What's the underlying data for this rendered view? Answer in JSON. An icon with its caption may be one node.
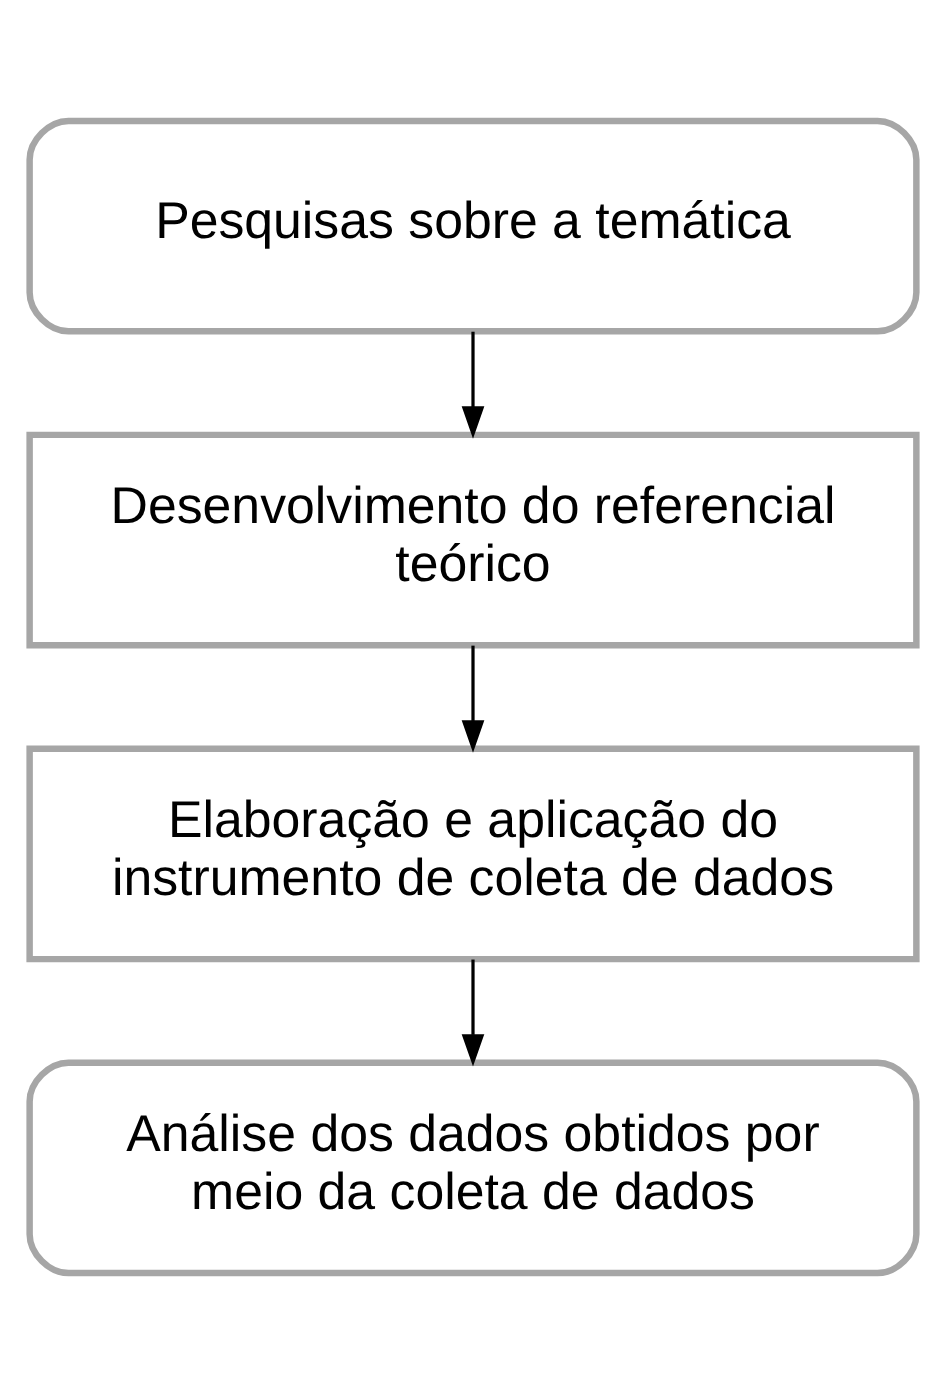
{
  "diagram": {
    "nodes": [
      {
        "text": [
          "Pesquisas sobre a temática"
        ]
      },
      {
        "text": [
          "Desenvolvimento do referencial teórico"
        ]
      },
      {
        "text": [
          "Elaboração e aplicação do instrumento de coleta de dados"
        ]
      },
      {
        "text": [
          "Análise dos dados obtidos por meio da coleta de dados"
        ]
      }
    ],
    "edges": [
      {
        "from": 0,
        "to": 1,
        "arrow": "to"
      },
      {
        "from": 1,
        "to": 2,
        "arrow": "to"
      },
      {
        "from": 2,
        "to": 3,
        "arrow": "to"
      }
    ]
  }
}
